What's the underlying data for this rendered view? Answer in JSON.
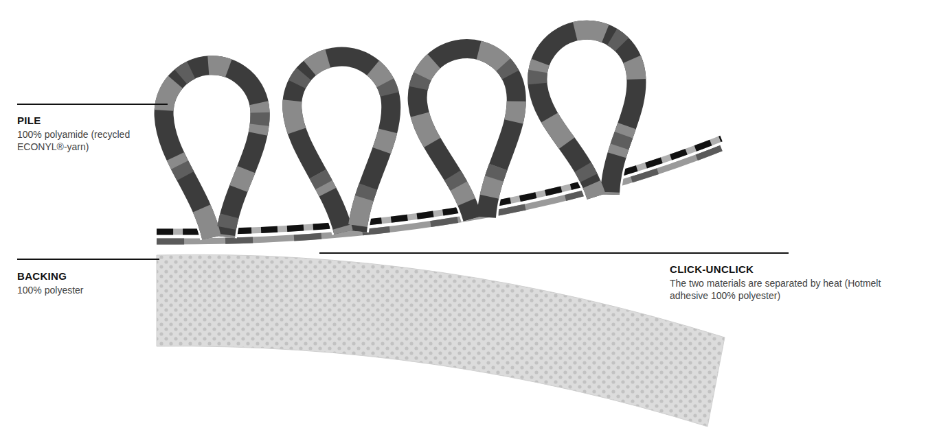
{
  "diagram": {
    "labels": [
      "PILE",
      "100% polyamide (recycled ECONYL®-yarn)",
      "BACKING",
      "100% polyester",
      "CLICK-UNCLICK",
      "The two materials are separated by heat (Hotmelt adhesive 100% polyester)"
    ]
  }
}
